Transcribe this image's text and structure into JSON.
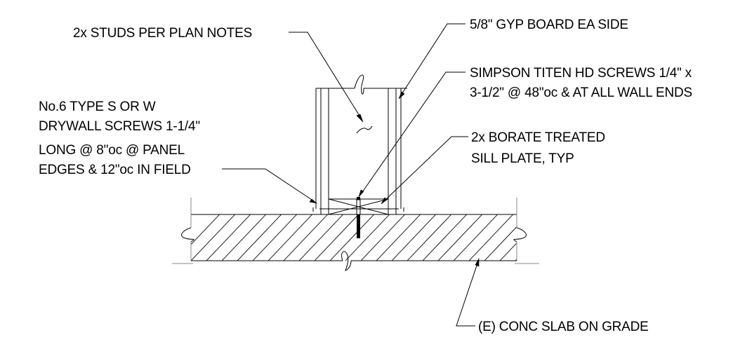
{
  "labels": {
    "studs": "2x STUDS PER PLAN NOTES",
    "gyp": "5/8\" GYP BOARD EA SIDE",
    "simpson_line1": "SIMPSON TITEN HD SCREWS 1/4\" x",
    "simpson_line2": "3-1/2\" @ 48\"oc & AT ALL WALL ENDS",
    "drywall_line1": "No.6 TYPE S OR W",
    "drywall_line2": "DRYWALL SCREWS 1-1/4\"",
    "drywall_line3": "LONG @ 8\"oc @ PANEL",
    "drywall_line4": "EDGES & 12\"oc IN FIELD",
    "sill_line1": "2x BORATE TREATED",
    "sill_line2": "SILL PLATE, TYP",
    "slab": "(E) CONC SLAB ON GRADE"
  }
}
